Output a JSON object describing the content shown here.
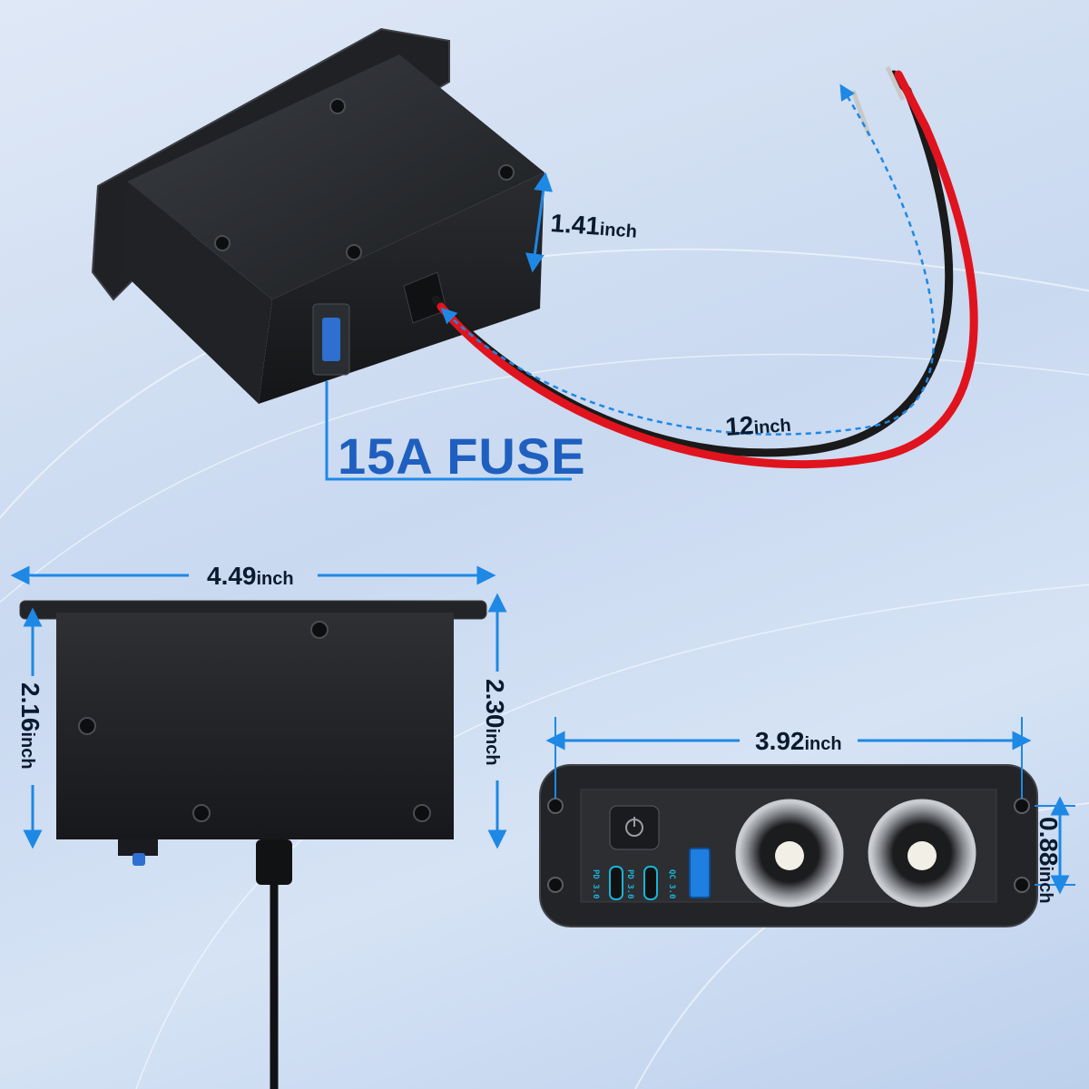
{
  "fuse_label": "15A FUSE",
  "dimensions": {
    "depth_value": "1.41",
    "depth_unit": "inch",
    "wire_value": "12",
    "wire_unit": "inch",
    "width_value": "4.49",
    "width_unit": "inch",
    "height_left_value": "2.16",
    "height_left_unit": "inch",
    "height_right_value": "2.30",
    "height_right_unit": "inch",
    "panel_width_value": "3.92",
    "panel_width_unit": "inch",
    "panel_height_value": "0.88",
    "panel_height_unit": "inch"
  },
  "ports": {
    "usb_c_1": "PD 3.0",
    "usb_c_2": "PD 3.0",
    "usb_a": "QC 3.0"
  },
  "colors": {
    "dimension_blue": "#1e88e5",
    "fuse_text": "#1f5fbf",
    "wire_red": "#e0141e",
    "wire_black": "#1a1a1a",
    "port_accent": "#19b4d8"
  }
}
